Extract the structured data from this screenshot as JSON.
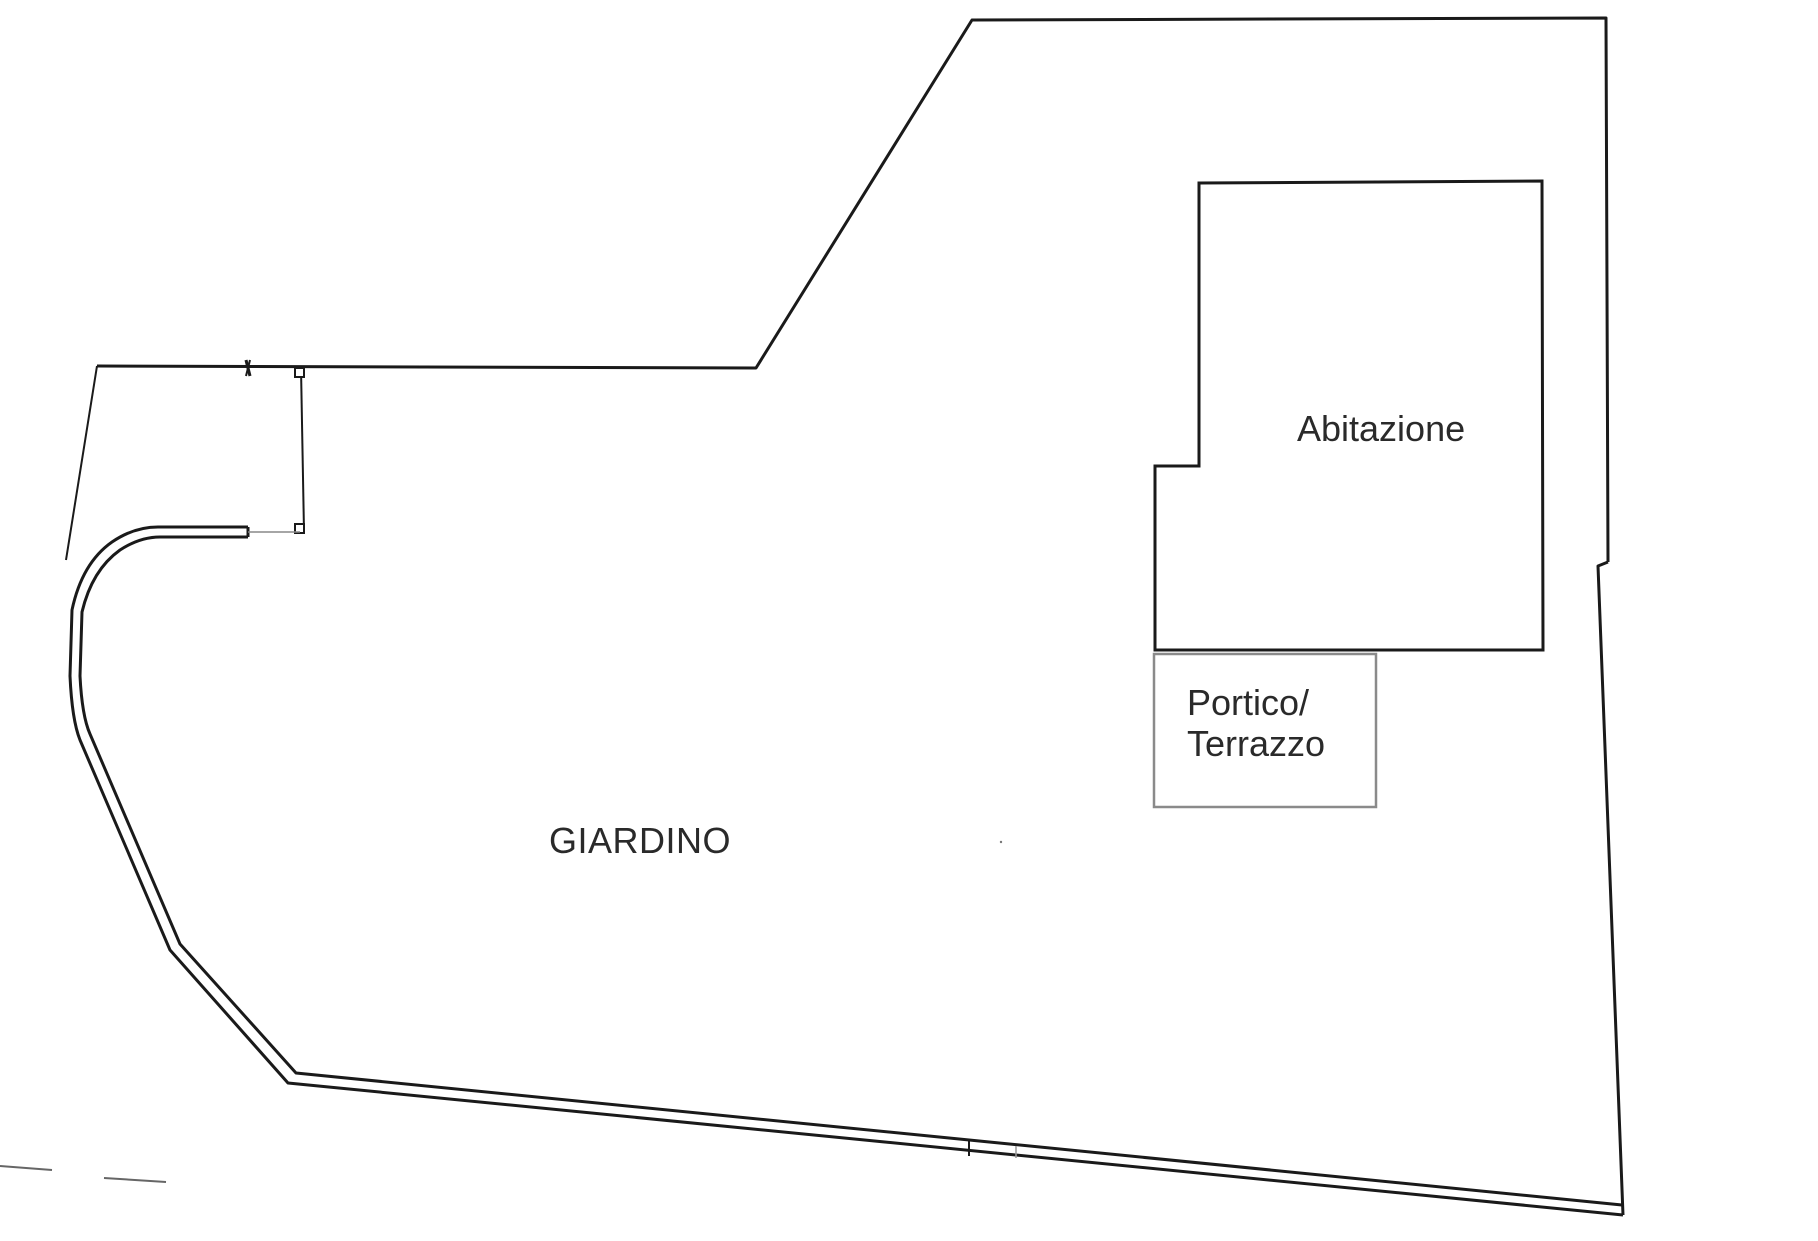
{
  "plan": {
    "rooms": {
      "house": "Abitazione",
      "porch_line1": "Portico/",
      "porch_line2": "Terrazzo",
      "garden": "GIARDINO"
    },
    "colors": {
      "line": "#1a1a1a",
      "porch_outline": "#8a8a8a",
      "background": "#ffffff"
    }
  }
}
